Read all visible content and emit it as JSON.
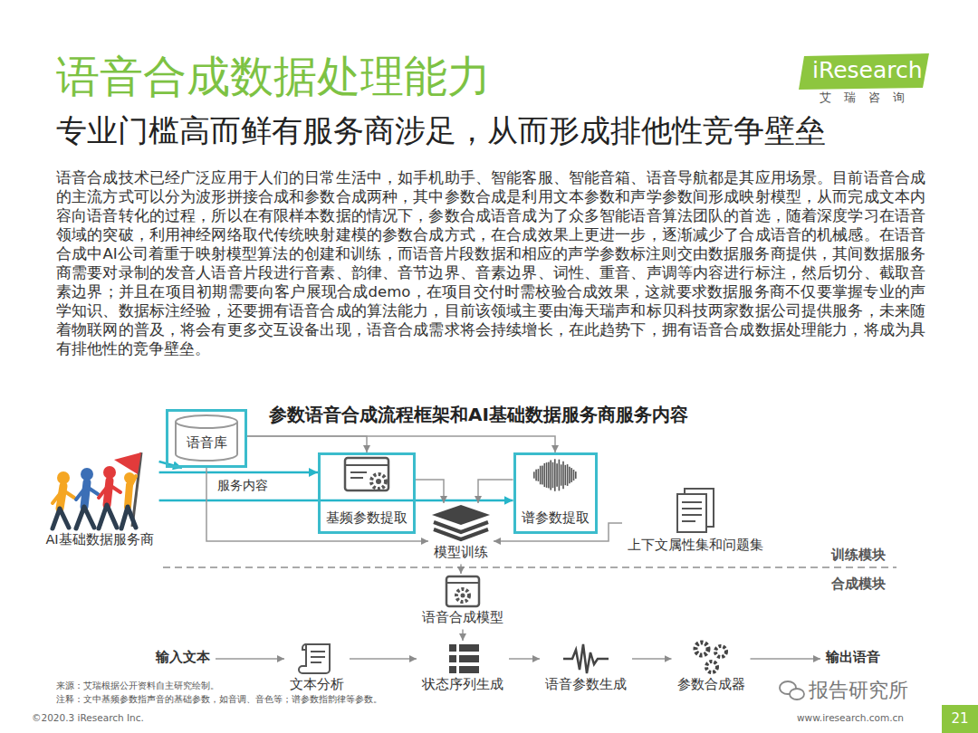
{
  "diagram": {
    "title": "语音合成数据处理能力",
    "caption": "参数语音合成流程框架和AI基础数据服务商服务内容",
    "nodes": [
      {
        "text": [
          "AI基础数据服务商"
        ]
      },
      {
        "text": [
          "语音库"
        ]
      },
      {
        "text": [
          "基频参数提取"
        ]
      },
      {
        "text": [
          "谱参数提取"
        ]
      },
      {
        "text": [
          "上下文属性集和问题集"
        ]
      },
      {
        "text": [
          "模型训练"
        ]
      },
      {
        "text": [
          "语音合成模型"
        ]
      },
      {
        "text": [
          "输入文本"
        ]
      },
      {
        "text": [
          "文本分析"
        ]
      },
      {
        "text": [
          "状态序列生成"
        ]
      },
      {
        "text": [
          "语音参数生成"
        ]
      },
      {
        "text": [
          "参数合成器"
        ]
      },
      {
        "text": [
          "输出语音"
        ]
      }
    ],
    "edges": [
      {
        "from": 0,
        "to": 1,
        "arrow": "to"
      },
      {
        "from": 0,
        "to": 2,
        "arrow": "to"
      },
      {
        "from": 0,
        "to": 3,
        "arrow": "to"
      },
      {
        "from": 1,
        "to": 2,
        "arrow": "to"
      },
      {
        "from": 1,
        "to": 3,
        "arrow": "to"
      },
      {
        "from": 1,
        "to": 5,
        "arrow": "to"
      },
      {
        "from": 2,
        "to": 5,
        "arrow": "to"
      },
      {
        "from": 3,
        "to": 5,
        "arrow": "to"
      },
      {
        "from": 4,
        "to": 5,
        "arrow": "to"
      },
      {
        "from": 5,
        "to": 6,
        "arrow": "to"
      },
      {
        "from": 6,
        "to": 9,
        "arrow": "to"
      },
      {
        "from": 7,
        "to": 8,
        "arrow": "to"
      },
      {
        "from": 8,
        "to": 9,
        "arrow": "to"
      },
      {
        "from": 9,
        "to": 10,
        "arrow": "to"
      },
      {
        "from": 10,
        "to": 11,
        "arrow": "to"
      },
      {
        "from": 11,
        "to": 12,
        "arrow": "to"
      }
    ],
    "labels": [
      "专业门槛高而鲜有服务商涉足，从而形成排他性竞争壁垒",
      "iResearch",
      "艾 瑞 咨 询",
      "语音合成技术已经广泛应用于人们的日常生活中，如手机助手、智能客服、智能音箱、语音导航都是其应用场景。目前语音合成的主流方式可以分为波形拼接合成和参数合成两种，其中参数合成是利用文本参数和声学参数间形成映射模型，从而完成文本内容向语音转化的过程，所以在有限样本数据的情况下，参数合成语音成为了众多智能语音算法团队的首选，随着深度学习在语音领域的突破，利用神经网络取代传统映射建模的参数合成方式，在合成效果上更进一步，逐渐减少了合成语音的机械感。在语音合成中AI公司着重于映射模型算法的创建和训练，而语音片段数据和相应的声学参数标注则交由数据服务商提供，其间数据服务商需要对录制的发音人语音片段进行音素、韵律、音节边界、音素边界、词性、重音、声调等内容进行标注，然后切分、截取音素边界；并且在项目初期需要向客户展现合成demo，在项目交付时需校验合成效果，这就要求数据服务商不仅要掌握专业的声学知识、数据标注经验，还要拥有语音合成的算法能力，目前该领域主要由海天瑞声和标贝科技两家数据公司提供服务，未来随着物联网的普及，将会有更多交互设备出现，语音合成需求将会持续增长，在此趋势下，拥有语音合成数据处理能力，将成为具有排他性的竞争壁垒。",
      "服务内容",
      "训练模块",
      "合成模块",
      "来源：艾瑞根据公开资料自主研究绘制。",
      "注释：文中基频参数指声音的基础参数，如音调、音色等；谱参数指韵律等参数。",
      "©2020.3 iResearch Inc.",
      "www.iresearch.com.cn",
      "21",
      "报告研究所"
    ]
  }
}
